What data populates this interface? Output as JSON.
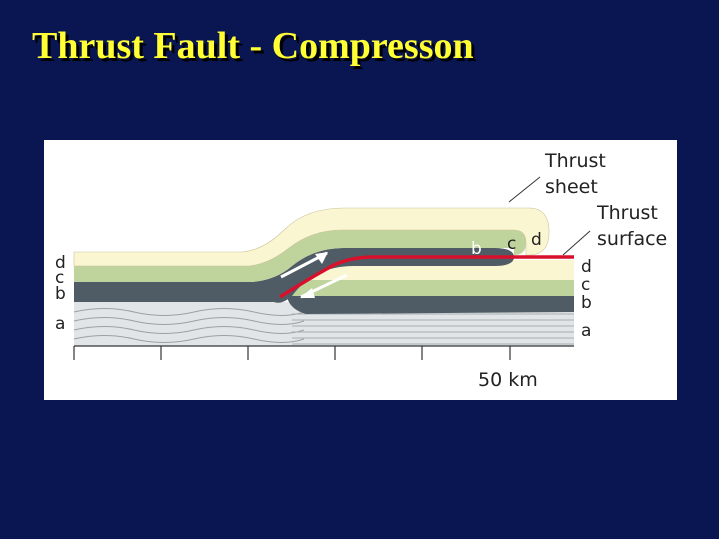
{
  "title": "Thrust Fault - Compresson",
  "diagram": {
    "annotations": {
      "thrust_sheet": [
        "Thrust",
        "sheet"
      ],
      "thrust_surface": [
        "Thrust",
        "surface"
      ]
    },
    "layer_labels_left": [
      "d",
      "c",
      "b",
      "a"
    ],
    "layer_labels_right": [
      "d",
      "c",
      "b",
      "a"
    ],
    "fold_labels": [
      "b",
      "c",
      "d"
    ],
    "scale_label": "50 km"
  },
  "colors": {
    "background": "#0a1652",
    "title": "#ffff33",
    "layer_d": "#fbf6d2",
    "layer_c": "#bfd39c",
    "layer_b": "#4f5c65",
    "layer_a": "#d8dcdf",
    "fault": "#d8102c"
  }
}
